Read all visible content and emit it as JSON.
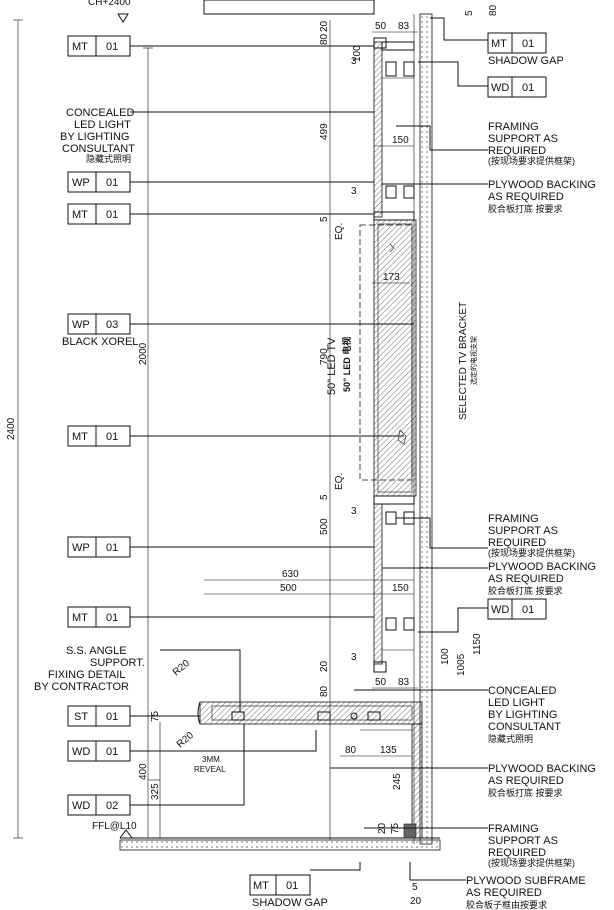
{
  "top_fragment": "CH+2400",
  "tags": {
    "mt_top": {
      "code": "MT",
      "num": "01"
    },
    "mt_topright": {
      "code": "MT",
      "num": "01"
    },
    "wd_topright": {
      "code": "WD",
      "num": "01"
    },
    "wp_1": {
      "code": "WP",
      "num": "01"
    },
    "mt_2": {
      "code": "MT",
      "num": "01"
    },
    "wp_03": {
      "code": "WP",
      "num": "03"
    },
    "mt_3": {
      "code": "MT",
      "num": "01"
    },
    "wp_2": {
      "code": "WP",
      "num": "01"
    },
    "mt_4": {
      "code": "MT",
      "num": "01"
    },
    "wd_mid": {
      "code": "WD",
      "num": "01"
    },
    "st": {
      "code": "ST",
      "num": "01"
    },
    "wd_left": {
      "code": "WD",
      "num": "01"
    },
    "wd_02": {
      "code": "WD",
      "num": "02"
    },
    "mt_bottom": {
      "code": "MT",
      "num": "01"
    }
  },
  "labels": {
    "shadow_gap_top": "SHADOW GAP",
    "concealed_led": [
      "CONCEALED",
      "LED LIGHT",
      "BY LIGHTING",
      "CONSULTANT"
    ],
    "concealed_led_cn": "隐藏式照明",
    "framing_1": [
      "FRAMING",
      "SUPPORT AS",
      "REQUIRED"
    ],
    "framing_1_cn": "(按现场要求提供框架)",
    "plywood_1": [
      "PLYWOOD BACKING",
      "AS REQUIRED"
    ],
    "plywood_1_cn": "胶合板打底  按要求",
    "black_xorel": "BLACK XOREL",
    "tv_title": "50\" LED TV",
    "tv_title_cn": "50\" LED 电视",
    "bracket": "SELECTED TV BRACKET",
    "bracket_cn": "选定的电视支架",
    "framing_2": [
      "FRAMING",
      "SUPPORT AS",
      "REQUIRED"
    ],
    "framing_2_cn": "(按现场要求提供框架)",
    "plywood_2": [
      "PLYWOOD BACKING",
      "AS REQUIRED"
    ],
    "plywood_2_cn": "胶合板打底  按要求",
    "ss_angle": [
      "S.S. ANGLE",
      "SUPPORT.",
      "FIXING DETAIL",
      "BY CONTRACTOR"
    ],
    "concealed_led_2": [
      "CONCEALED",
      "LED LIGHT",
      "BY LIGHTING",
      "CONSULTANT"
    ],
    "concealed_led_2_cn": "隐藏式照明",
    "plywood_3": [
      "PLYWOOD BACKING",
      "AS REQUIRED"
    ],
    "plywood_3_cn": "胶合板打底  按要求",
    "framing_3": [
      "FRAMING",
      "SUPPORT AS",
      "REQUIRED"
    ],
    "framing_3_cn": "(按现场要求提供框架)",
    "plywood_sub": [
      "PLYWOOD SUBFRAME",
      "AS REQUIRED"
    ],
    "plywood_sub_cn": "胶合板子框由按要求",
    "reveal": [
      "3MM",
      "REVEAL"
    ],
    "ffl": "FFL@L10",
    "shadow_gap_bottom": "SHADOW GAP",
    "r20_a": "R20",
    "r20_b": "R20"
  },
  "dims": {
    "d2400": "2400",
    "d2000": "2000",
    "d1150": "1150",
    "d1005": "1005",
    "d790": "790",
    "d630": "630",
    "d500h": "500",
    "d500v": "500",
    "d499": "499",
    "d400": "400",
    "d325": "325",
    "d245": "245",
    "d173": "173",
    "d150a": "150",
    "d150b": "150",
    "d135": "135",
    "d100a": "100",
    "d100b": "100",
    "d83a": "83",
    "d83b": "83",
    "d80a": "80",
    "d80b": "80",
    "d80c": "80",
    "d75a": "75",
    "d75b": "75",
    "d50a": "50",
    "d50b": "50",
    "d20a": "20",
    "d20b": "20",
    "d20c": "20",
    "d20d": "20",
    "d5a": "5",
    "d5b": "5",
    "d5c": "5",
    "d5d": "5",
    "d3a": "3",
    "d3b": "3",
    "d3c": "3",
    "d3d": "3",
    "eq1": "EQ.",
    "eq2": "EQ."
  }
}
